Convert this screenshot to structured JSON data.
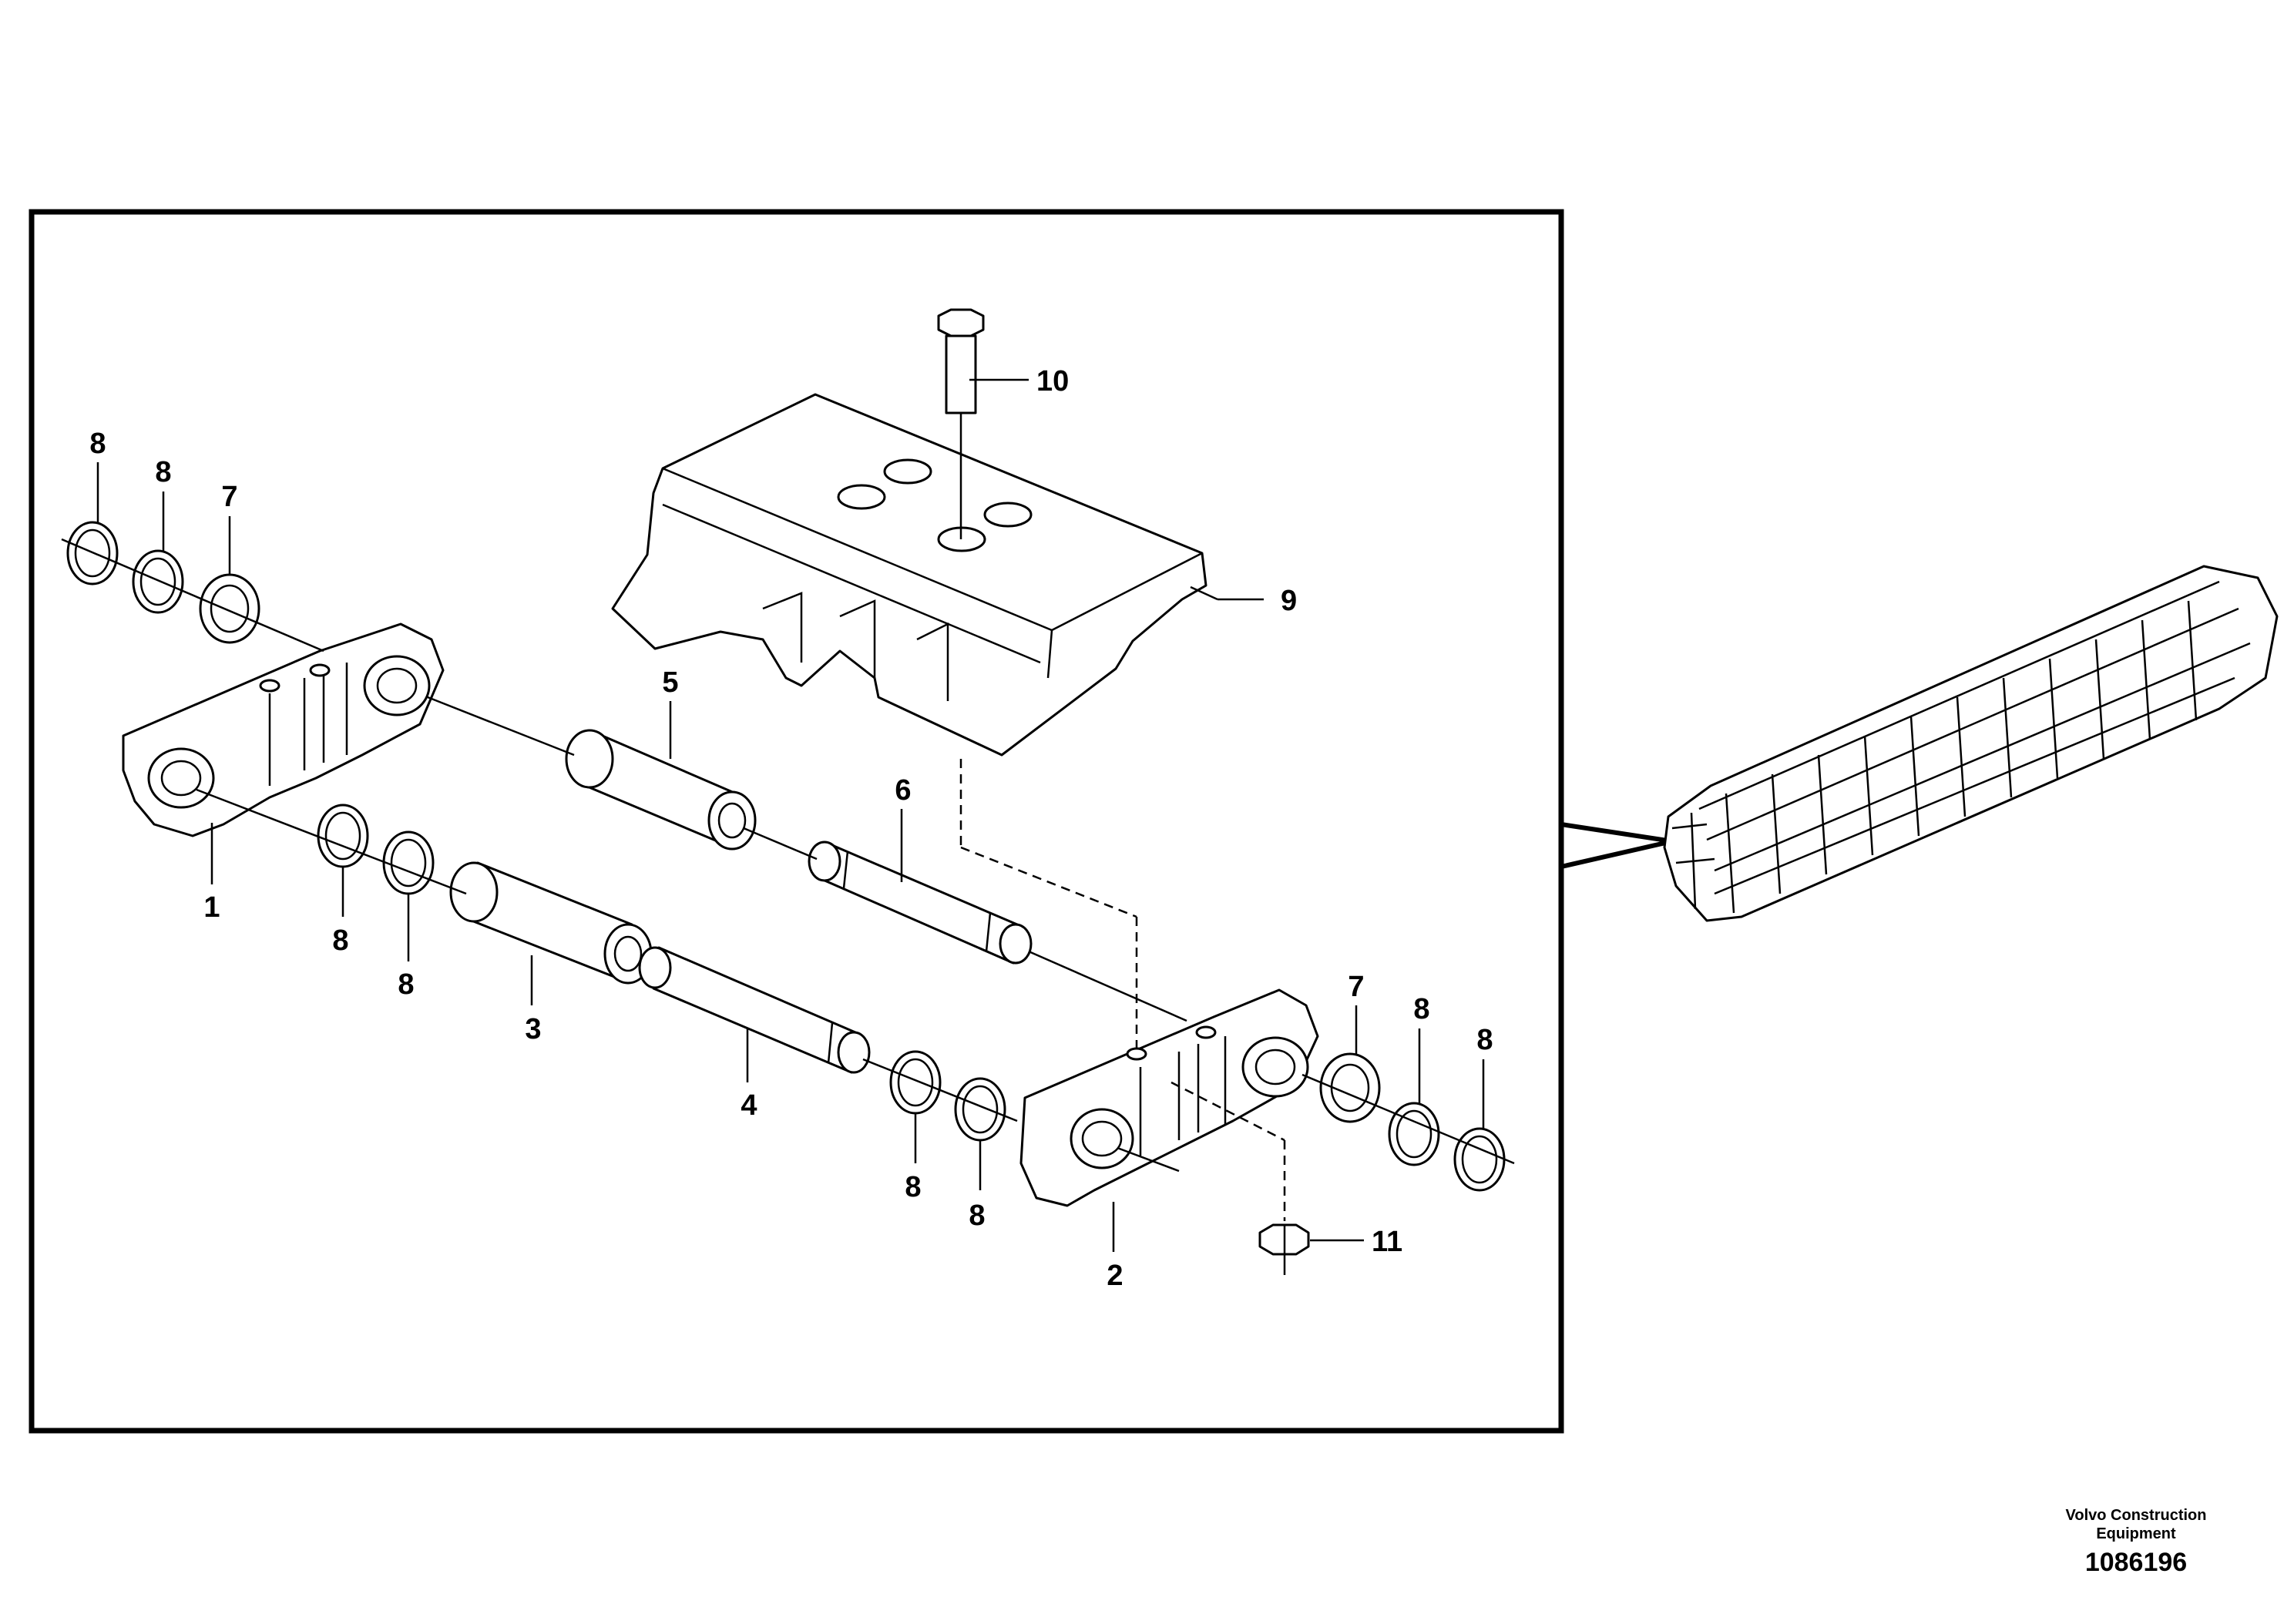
{
  "callouts": {
    "c1": "1",
    "c2": "2",
    "c3": "3",
    "c4": "4",
    "c5": "5",
    "c6": "6",
    "c7a": "7",
    "c7b": "7",
    "c8a": "8",
    "c8b": "8",
    "c8c": "8",
    "c8d": "8",
    "c8e": "8",
    "c8f": "8",
    "c8g": "8",
    "c8h": "8",
    "c9": "9",
    "c10": "10",
    "c11": "11"
  },
  "footer": {
    "company_line1": "Volvo Construction",
    "company_line2": "Equipment",
    "document_number": "1086196"
  }
}
